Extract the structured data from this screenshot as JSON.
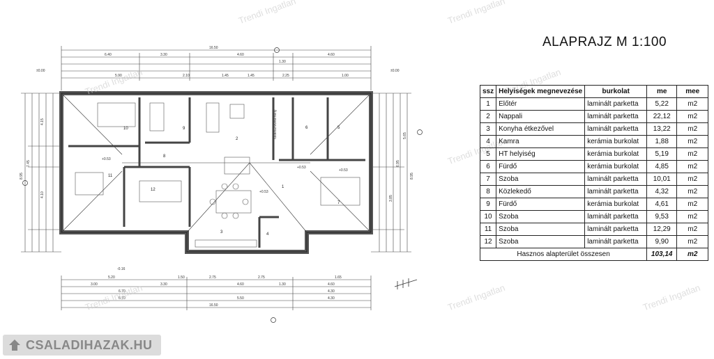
{
  "title": "ALAPRAJZ M 1:100",
  "watermark": "Trendi Ingatlan",
  "brand": "CSALADIHAZAK.HU",
  "table": {
    "headers": [
      "ssz",
      "Helyiségek megnevezése",
      "burkolat",
      "me",
      "mee"
    ],
    "rows": [
      [
        "1",
        "Előtér",
        "laminált parketta",
        "5,22",
        "m2"
      ],
      [
        "2",
        "Nappali",
        "laminált parketta",
        "22,12",
        "m2"
      ],
      [
        "3",
        "Konyha étkezővel",
        "laminált parketta",
        "13,22",
        "m2"
      ],
      [
        "4",
        "Kamra",
        "kerámia burkolat",
        "1,88",
        "m2"
      ],
      [
        "5",
        "HT helyiség",
        "kerámia burkolat",
        "5,19",
        "m2"
      ],
      [
        "6",
        "Fürdő",
        "kerámia burkolat",
        "4,85",
        "m2"
      ],
      [
        "7",
        "Szoba",
        "laminált parketta",
        "10,01",
        "m2"
      ],
      [
        "8",
        "Közlekedő",
        "laminált parketta",
        "4,32",
        "m2"
      ],
      [
        "9",
        "Fürdő",
        "kerámia burkolat",
        "4,61",
        "m2"
      ],
      [
        "10",
        "Szoba",
        "laminált parketta",
        "9,53",
        "m2"
      ],
      [
        "11",
        "Szoba",
        "laminált parketta",
        "12,29",
        "m2"
      ],
      [
        "12",
        "Szoba",
        "laminált parketta",
        "9,90",
        "m2"
      ]
    ],
    "total_label": "Hasznos alapterület összesen",
    "total_value": "103,14",
    "total_unit": "m2"
  },
  "plan": {
    "top_total": "16.50",
    "top_row1": [
      "6.40",
      "3.30",
      "4.60",
      "1.30",
      "4.60"
    ],
    "top_row2": [
      "5.90",
      "2.10",
      "1.45",
      "1.45",
      "2.25",
      "1.00"
    ],
    "bottom_row1": [
      "5.20",
      "1.50",
      "2.75",
      "2.75",
      "1.65"
    ],
    "bottom_row2": [
      "3.00",
      "3.30",
      "4.60",
      "1.30",
      "4.60"
    ],
    "bottom_row3": [
      "6.70",
      "4.30"
    ],
    "bottom_row4": [
      "6.70",
      "5.50",
      "4.30"
    ],
    "bottom_total": "16.50",
    "left_total": "8.95",
    "left_dims": [
      "7.45",
      "4.15",
      "4.10"
    ],
    "right_total": "8.95",
    "right_dims": [
      "6.95",
      "3.85",
      "5.65"
    ],
    "level_marks": [
      "±0.00",
      "±0.00",
      "+0.53",
      "+0.53",
      "+0.53",
      "+0.53",
      "-0.16"
    ],
    "room_numbers": [
      "1",
      "2",
      "3",
      "4",
      "5",
      "6",
      "7",
      "8",
      "9",
      "10",
      "11",
      "12"
    ],
    "chimney_label": "füstelszívó/kémény"
  }
}
